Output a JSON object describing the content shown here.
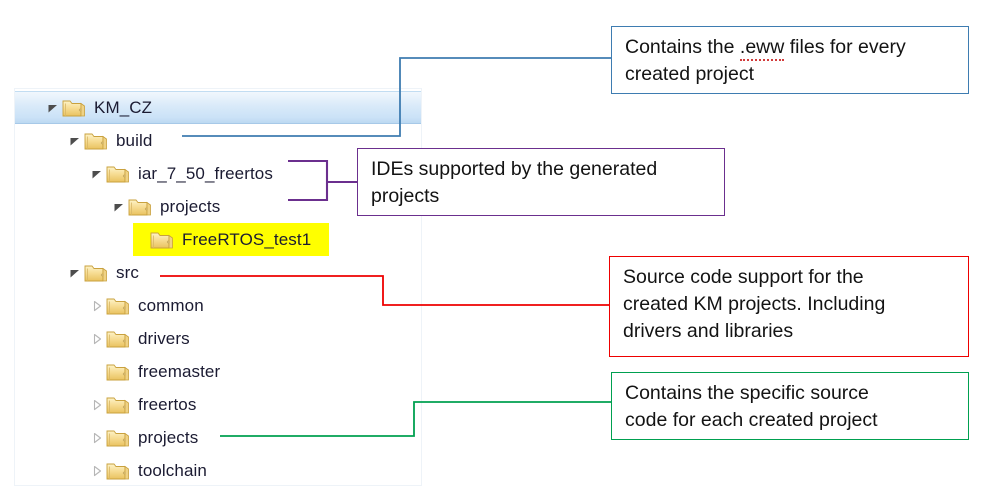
{
  "tree": {
    "panel_name": "folder-tree",
    "rows": [
      {
        "label": "KM_CZ",
        "depth": 0,
        "state": "expanded",
        "highlight": "selected"
      },
      {
        "label": "build",
        "depth": 1,
        "state": "expanded",
        "highlight": "none"
      },
      {
        "label": "iar_7_50_freertos",
        "depth": 2,
        "state": "expanded",
        "highlight": "none"
      },
      {
        "label": "projects",
        "depth": 3,
        "state": "expanded",
        "highlight": "none"
      },
      {
        "label": "FreeRTOS_test1",
        "depth": 4,
        "state": "leaf",
        "highlight": "yellow"
      },
      {
        "label": "src",
        "depth": 1,
        "state": "expanded",
        "highlight": "none"
      },
      {
        "label": "common",
        "depth": 2,
        "state": "collapsed",
        "highlight": "none"
      },
      {
        "label": "drivers",
        "depth": 2,
        "state": "collapsed",
        "highlight": "none"
      },
      {
        "label": "freemaster",
        "depth": 2,
        "state": "leaf",
        "highlight": "none"
      },
      {
        "label": "freertos",
        "depth": 2,
        "state": "collapsed",
        "highlight": "none"
      },
      {
        "label": "projects",
        "depth": 2,
        "state": "collapsed",
        "highlight": "none"
      },
      {
        "label": "toolchain",
        "depth": 2,
        "state": "collapsed",
        "highlight": "none"
      }
    ]
  },
  "callouts": {
    "eww": {
      "line1_pre": "Contains the ",
      "line1_spell": ".eww",
      "line1_post": " files for every",
      "line2": "created project",
      "border_color": "#3e7cb1",
      "connects_to": "build"
    },
    "ides": {
      "line1": "IDEs supported by the generated",
      "line2": "projects",
      "border_color": "#6b2f8e",
      "connects_to": "iar_7_50_freertos"
    },
    "src": {
      "line1": "Source code support for the",
      "line2": "created KM projects. Including",
      "line3": "drivers and libraries",
      "border_color": "#ee0000",
      "connects_to": "src"
    },
    "projects": {
      "line1": "Contains the specific source",
      "line2": "code for each created project",
      "border_color": "#00a050",
      "connects_to": "projects"
    }
  },
  "colors": {
    "selection_blue": "#cbe2f7",
    "highlight_yellow": "#ffff00",
    "folder_yellow": "#f6d97a",
    "blue_connector": "#3e7cb1",
    "purple_connector": "#6b2f8e",
    "red_connector": "#ee0000",
    "green_connector": "#00a050"
  }
}
